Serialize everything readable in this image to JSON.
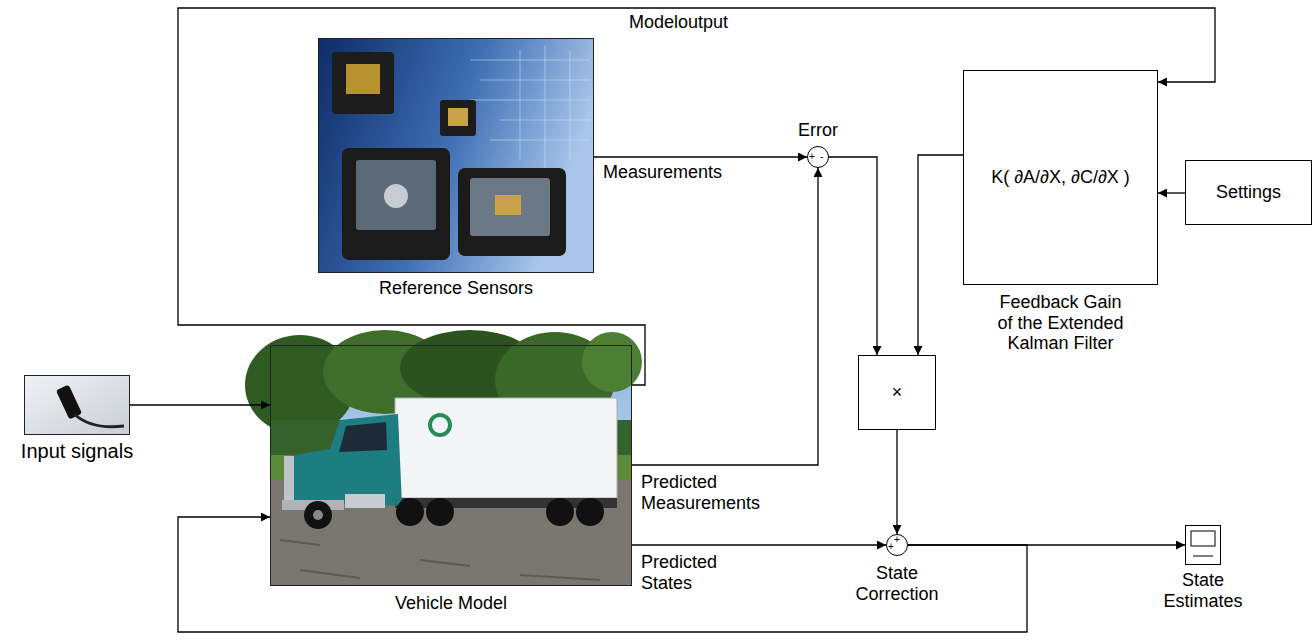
{
  "diagram": {
    "nodes": [
      {
        "text": [
          "Reference Sensors"
        ]
      },
      {
        "text": [
          "Error",
          "+",
          "-"
        ]
      },
      {
        "text": [
          "K( ∂A/∂X, ∂C/∂X )",
          "Feedback Gain of the Extended Kalman Filter"
        ]
      },
      {
        "text": [
          "Settings"
        ]
      },
      {
        "text": [
          "×"
        ]
      },
      {
        "text": [
          "Input signals"
        ]
      },
      {
        "text": [
          "Vehicle Model"
        ]
      },
      {
        "text": [
          "State Correction",
          "+",
          "+"
        ]
      },
      {
        "text": [
          "State Estimates"
        ]
      }
    ],
    "edges": [
      {
        "from": 0,
        "to": 1,
        "arrow": "to",
        "label": "Measurements"
      },
      {
        "from": 6,
        "to": 1,
        "arrow": "to",
        "label": "Predicted Measurements"
      },
      {
        "from": 6,
        "to": 7,
        "arrow": "to",
        "label": "Predicted States"
      },
      {
        "from": 6,
        "to": 2,
        "arrow": "to",
        "label": "Modeloutput"
      },
      {
        "from": 3,
        "to": 2,
        "arrow": "to"
      },
      {
        "from": 1,
        "to": 4,
        "arrow": "to"
      },
      {
        "from": 2,
        "to": 4,
        "arrow": "to"
      },
      {
        "from": 4,
        "to": 7,
        "arrow": "to"
      },
      {
        "from": 7,
        "to": 8,
        "arrow": "to"
      },
      {
        "from": 7,
        "to": 6,
        "arrow": "to"
      },
      {
        "from": 5,
        "to": 6,
        "arrow": "to"
      }
    ]
  }
}
